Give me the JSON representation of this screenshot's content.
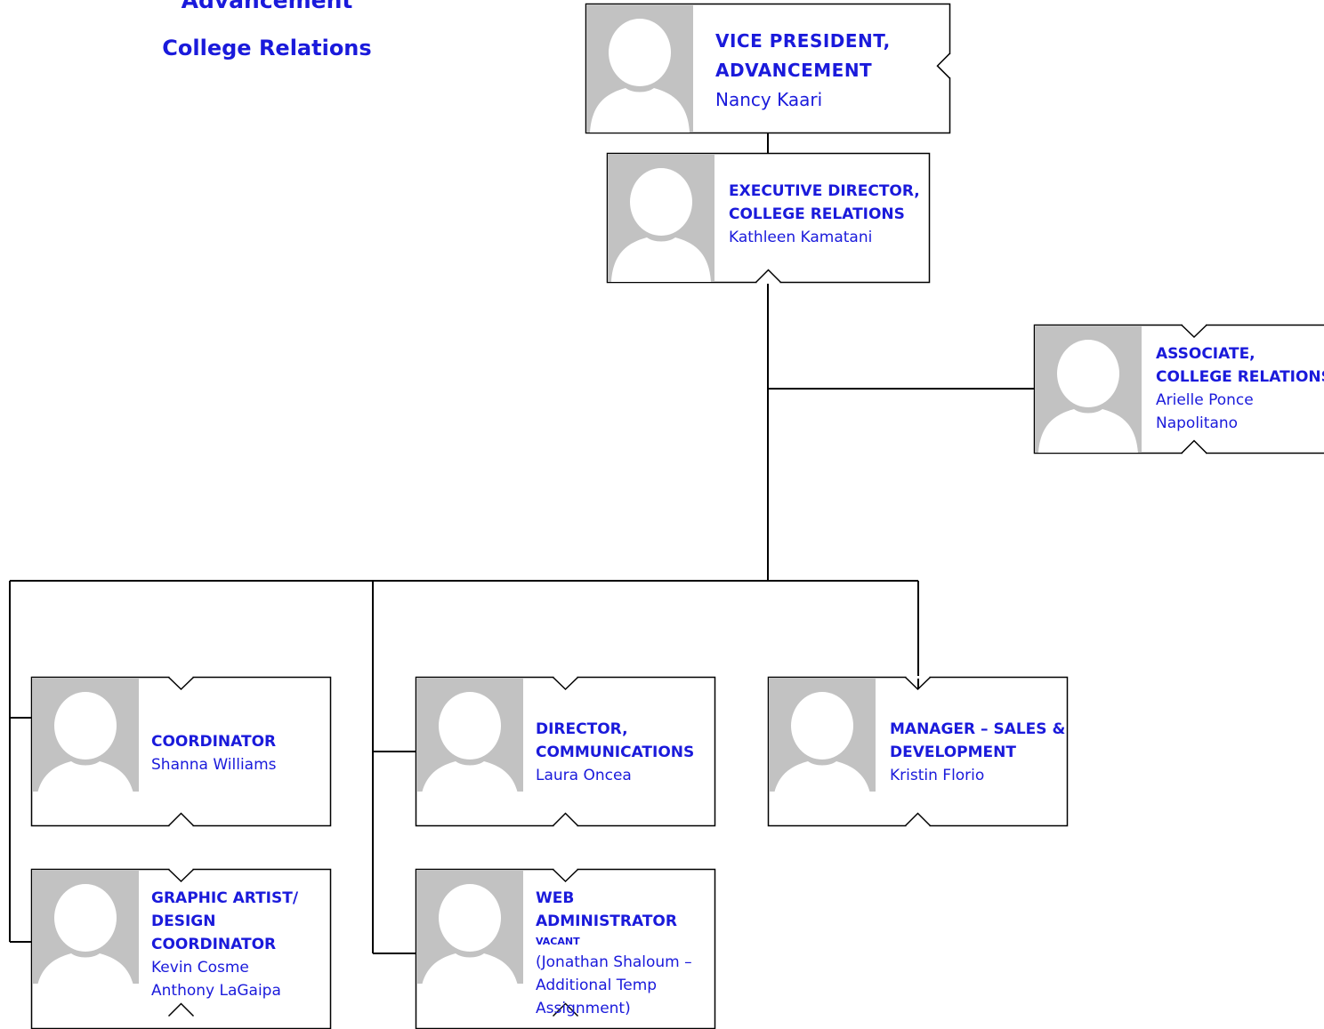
{
  "heading": {
    "line1": "Advancement",
    "line2": "College Relations"
  },
  "colors": {
    "text": "#1a1adb",
    "photo_bg": "#c2c2c2",
    "silhouette": "#ffffff",
    "line": "#000000"
  },
  "cards": {
    "vp": {
      "title": "VICE PRESIDENT, ADVANCEMENT",
      "name": "Nancy Kaari"
    },
    "exec": {
      "title": "EXECUTIVE DIRECTOR, COLLEGE RELATIONS",
      "name": "Kathleen Kamatani"
    },
    "assoc": {
      "title": "ASSOCIATE, COLLEGE RELATIONS",
      "name": "Arielle Ponce Napolitano"
    },
    "coordinator": {
      "title": "COORDINATOR",
      "name": "Shanna Williams"
    },
    "director_comm": {
      "title": "DIRECTOR, COMMUNICATIONS",
      "name": "Laura Oncea"
    },
    "manager_sales": {
      "title": "MANAGER – SALES & DEVELOPMENT",
      "name": "Kristin Florio"
    },
    "graphic_artist": {
      "title": "GRAPHIC ARTIST/ DESIGN COORDINATOR",
      "name1": "Kevin Cosme",
      "name2": "Anthony LaGaipa"
    },
    "web_admin": {
      "title": "WEB ADMINISTRATOR",
      "status": "VACANT",
      "note": "(Jonathan Shaloum – Additional Temp Assignment)"
    }
  }
}
